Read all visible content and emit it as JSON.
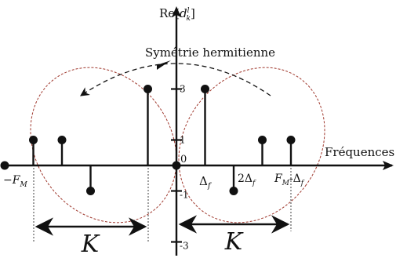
{
  "axes": {
    "y_label": {
      "prefix": "Re",
      "bracket_open": "[",
      "symbol": "d",
      "sub": "k",
      "sup": "l",
      "bracket_close": "]"
    },
    "x_label": "Fréquences",
    "origin": "0",
    "y_ticks": [
      {
        "label": "3",
        "value": 3
      },
      {
        "label": "1",
        "value": 1
      },
      {
        "label": "-1",
        "value": -1
      },
      {
        "label": "-3",
        "value": -3
      }
    ]
  },
  "annotation": "Symétrie hermitienne",
  "x_tick_labels": {
    "neg_fm": {
      "sign": "−",
      "symbol": "F",
      "sub": "M"
    },
    "delta_f": {
      "symbol": "Δ",
      "sub": "f"
    },
    "two_delta_f": {
      "coef": "2",
      "symbol": "Δ",
      "sub": "f"
    },
    "fm_minus_delta": {
      "symbol": "F",
      "sub": "M",
      "op": "-",
      "symbol2": "Δ",
      "sub2": "f"
    }
  },
  "k_labels": {
    "left": "K",
    "right": "K"
  },
  "chart_data": {
    "type": "stem",
    "points": [
      {
        "x": -6,
        "y": 0
      },
      {
        "x": -5,
        "y": 1
      },
      {
        "x": -4,
        "y": 1
      },
      {
        "x": -3,
        "y": -1
      },
      {
        "x": -1,
        "y": 3
      },
      {
        "x": 0,
        "y": 0
      },
      {
        "x": 1,
        "y": 3
      },
      {
        "x": 2,
        "y": -1
      },
      {
        "x": 3,
        "y": 1
      },
      {
        "x": 4,
        "y": 1
      }
    ]
  },
  "colors": {
    "axis": "#111111",
    "stem": "#111111",
    "ellipse": "#a0392e",
    "arc": "#111111"
  }
}
